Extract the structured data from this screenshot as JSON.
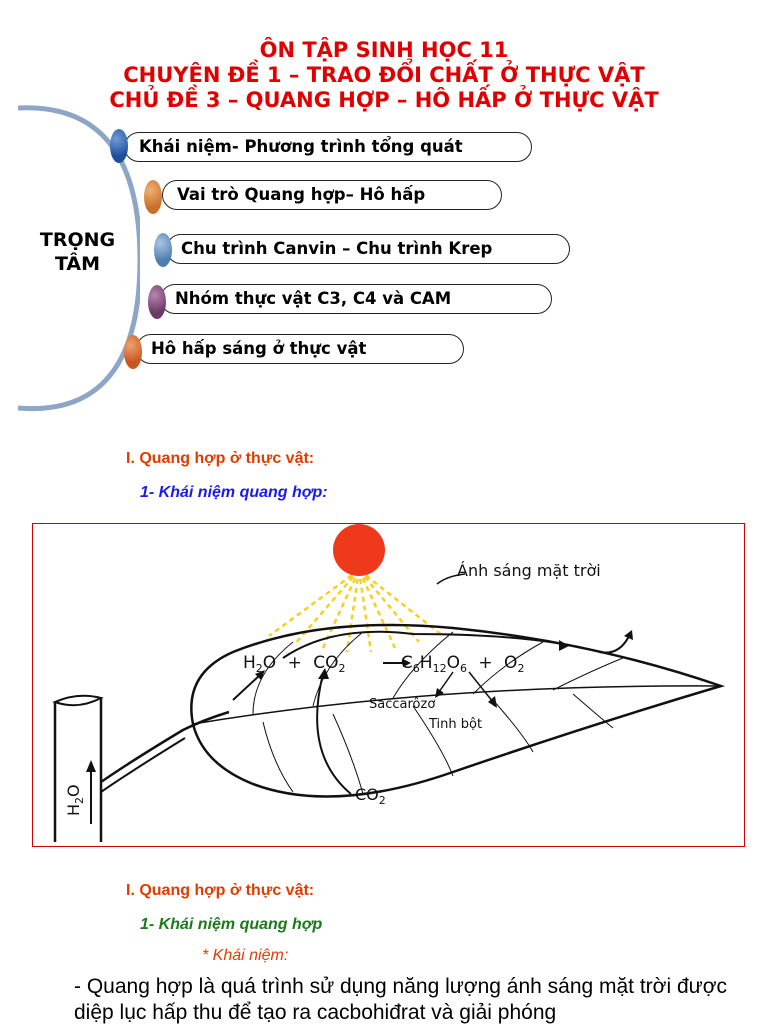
{
  "header": {
    "line1": "ÔN TẬP SINH HỌC 11",
    "line2": "CHUYÊN ĐỀ 1 – TRAO ĐỔI CHẤT Ở THỰC VẬT",
    "line3": "CHỦ ĐỀ 3 – QUANG HỢP – HÔ HẤP Ở THỰC VẬT"
  },
  "focus": {
    "label_line1": "TRỌNG",
    "label_line2": "TÂM",
    "items": [
      {
        "label": "Khái niệm- Phương trình tổng quát",
        "bead_color": "#1f4e9c"
      },
      {
        "label": "Vai trò Quang hợp– Hô hấp",
        "bead_color": "#c8702a"
      },
      {
        "label": "Chu trình Canvin – Chu trình Krep",
        "bead_color": "#4f7fb0"
      },
      {
        "label": "Nhóm thực vật C3, C4 và CAM",
        "bead_color": "#6b3a66"
      },
      {
        "label": "Hô hấp sáng ở thực vật",
        "bead_color": "#c8561e"
      }
    ]
  },
  "section1": {
    "heading": "I. Quang hợp ở thực vật:",
    "subheading": "1- Khái niệm quang hợp:"
  },
  "figure": {
    "sunlight_label": "Ánh sáng mặt trời",
    "equation": {
      "h2o": "H",
      "h2o_sub": "2",
      "h2o_tail": "O",
      "plus1": "+",
      "co2": "CO",
      "co2_sub": "2",
      "glucose_c": "C",
      "glucose_c_sub": "6",
      "glucose_h": "H",
      "glucose_h_sub": "12",
      "glucose_o": "O",
      "glucose_o_sub": "6",
      "plus2": "+",
      "o2": "O",
      "o2_sub": "2"
    },
    "saccarozo": "Saccarôzơ",
    "tinh_bot": "Tinh bột",
    "co2_in": "CO",
    "co2_in_sub": "2",
    "stem_h2o": "H",
    "stem_h2o_sub": "2",
    "stem_h2o_tail": "O",
    "colors": {
      "sun": "#ee3a1a",
      "rays": "#f5d020",
      "frame": "#d00000"
    }
  },
  "section2": {
    "heading": "I. Quang hợp ở thực vật:",
    "subheading": "1- Khái niệm quang hợp",
    "concept": "* Khái niệm:",
    "body": "- Quang hợp là quá trình sử dụng năng lượng ánh sáng mặt trời được diệp lục hấp thu để tạo ra cacbohiđrat và giải phóng"
  },
  "colors": {
    "title": "#e00000",
    "section_heading": "#e03c00",
    "subheading_blue": "#1a1aee",
    "subheading_green": "#1a7a1a"
  }
}
